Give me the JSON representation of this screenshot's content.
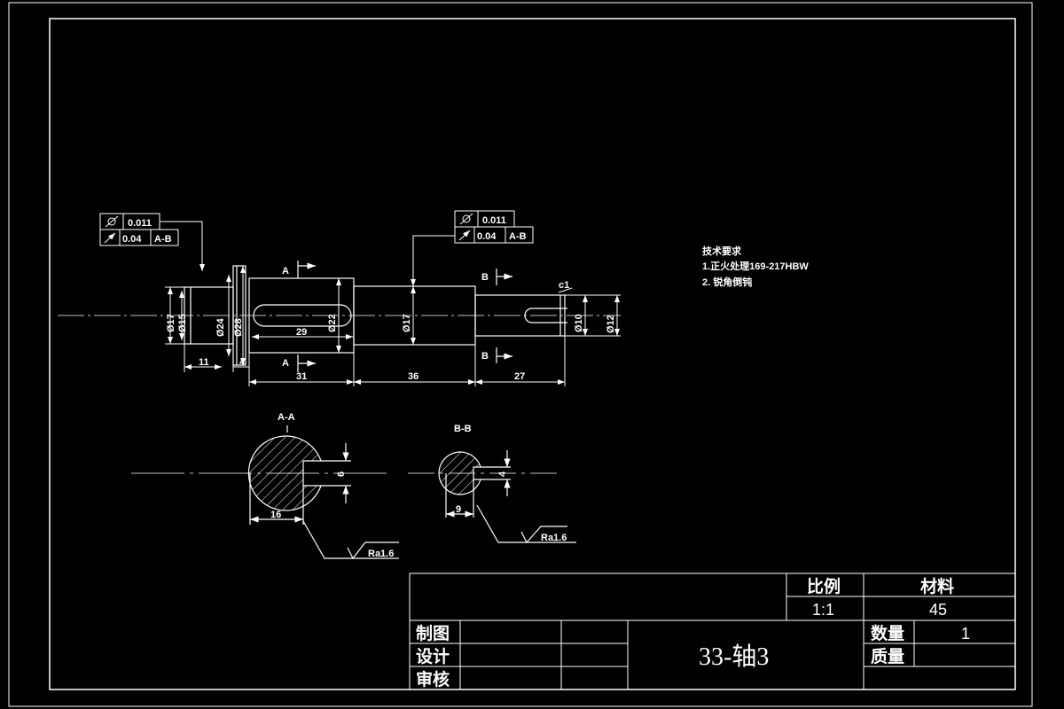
{
  "notes": {
    "heading": "技术要求",
    "line1": "1.正火处理169-217HBW",
    "line2": "2. 锐角倒钝"
  },
  "title_block": {
    "scale_label": "比例",
    "scale_value": "1:1",
    "material_label": "材料",
    "material_value": "45",
    "drawn_label": "制图",
    "design_label": "设计",
    "review_label": "审核",
    "quantity_label": "数量",
    "quantity_value": "1",
    "weight_label": "质量",
    "part_title": "33-轴3"
  },
  "fcf_left": {
    "runout_tol": "0.011",
    "total_runout_tol": "0.04",
    "datum": "A-B"
  },
  "fcf_right": {
    "runout_tol": "0.011",
    "total_runout_tol": "0.04",
    "datum": "A-B"
  },
  "dims": {
    "d17_left": "Ø17",
    "d15": "Ø15",
    "d24": "Ø24",
    "d28": "Ø28",
    "d22": "Ø22",
    "d17_mid": "Ø17",
    "d10": "Ø10",
    "d12": "Ø12",
    "l29": "29",
    "l11": "11",
    "l4": "4",
    "l31": "31",
    "l36": "36",
    "l27": "27",
    "chamfer": "c1",
    "sec_aa_width": "16",
    "sec_aa_key": "6",
    "sec_bb_width": "9",
    "sec_bb_key": "4"
  },
  "sections": {
    "a_label": "A",
    "b_label": "B",
    "aa_title": "A-A",
    "bb_title": "B-B",
    "roughness_aa": "Ra1.6",
    "roughness_bb": "Ra1.6"
  }
}
